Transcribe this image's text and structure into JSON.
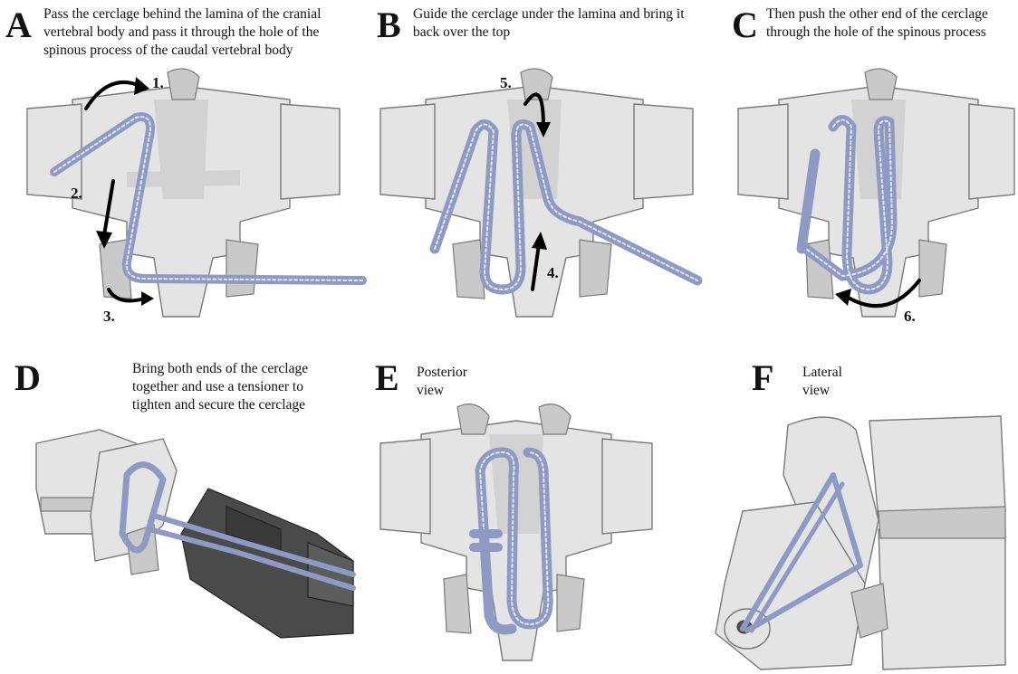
{
  "panels": [
    {
      "letter": "A",
      "caption": "Pass the cerclage behind the lamina of the cranial vertebral body and pass it through the hole of the spinous process of the caudal vertebral body",
      "steps": [
        "1.",
        "2.",
        "3."
      ]
    },
    {
      "letter": "B",
      "caption": "Guide the cerclage under the lamina and bring it back over the top",
      "steps": [
        "5.",
        "4."
      ]
    },
    {
      "letter": "C",
      "caption": "Then push the other end of the cerclage through the hole of the spinous process",
      "steps": [
        "6."
      ]
    },
    {
      "letter": "D",
      "caption": "Bring both ends of the cerclage together and use a tensioner to tighten and secure the cerclage",
      "steps": []
    },
    {
      "letter": "E",
      "caption": "Posterior view",
      "steps": []
    },
    {
      "letter": "F",
      "caption": "Lateral view",
      "steps": []
    }
  ],
  "colors": {
    "cable": "#8f9ac4",
    "bone": "#e4e4e4",
    "outline": "#7a7a7a",
    "tool": "#4a4a4a"
  }
}
